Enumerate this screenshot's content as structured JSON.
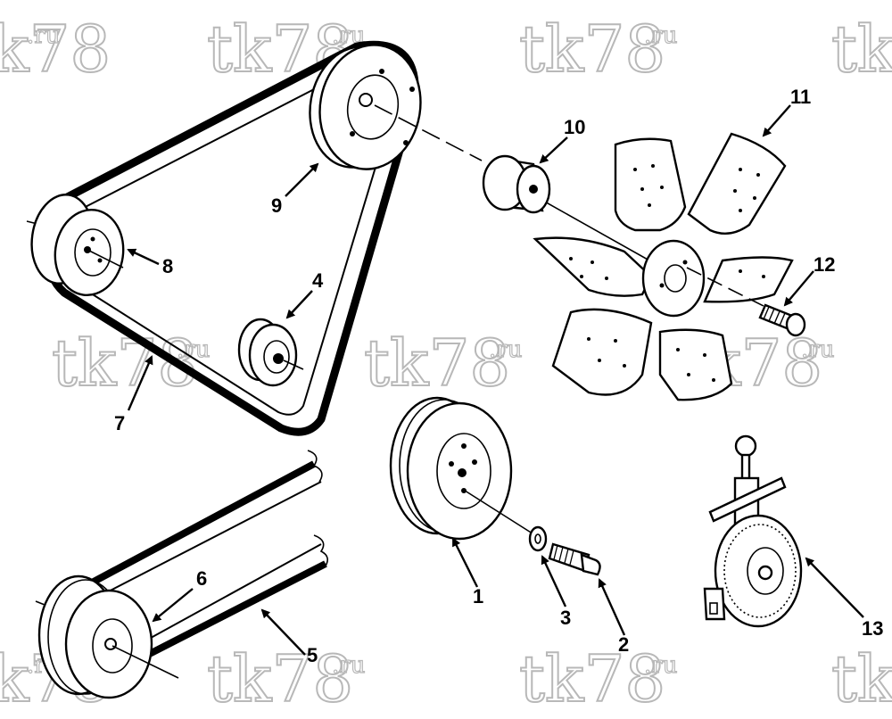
{
  "watermark": {
    "main": "tk78",
    "suffix": ".ru"
  },
  "callouts": {
    "c1": "1",
    "c2": "2",
    "c3": "3",
    "c4": "4",
    "c5": "5",
    "c6": "6",
    "c7": "7",
    "c8": "8",
    "c9": "9",
    "c10": "10",
    "c11": "11",
    "c12": "12",
    "c13": "13"
  }
}
